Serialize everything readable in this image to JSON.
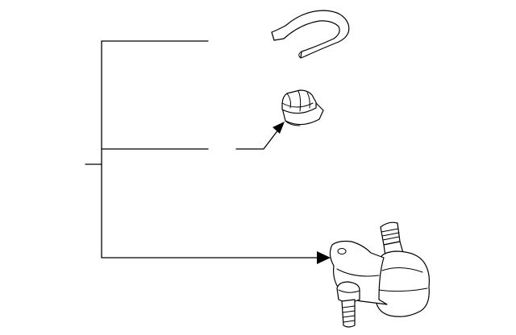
{
  "diagram": {
    "line_color": "#000000",
    "background": "#ffffff",
    "parts": [
      {
        "name": "retaining-clip",
        "icon": "clip-icon"
      },
      {
        "name": "castle-nut",
        "icon": "nut-icon"
      },
      {
        "name": "ball-joint",
        "icon": "ball-joint-icon"
      }
    ],
    "callouts": 3
  }
}
